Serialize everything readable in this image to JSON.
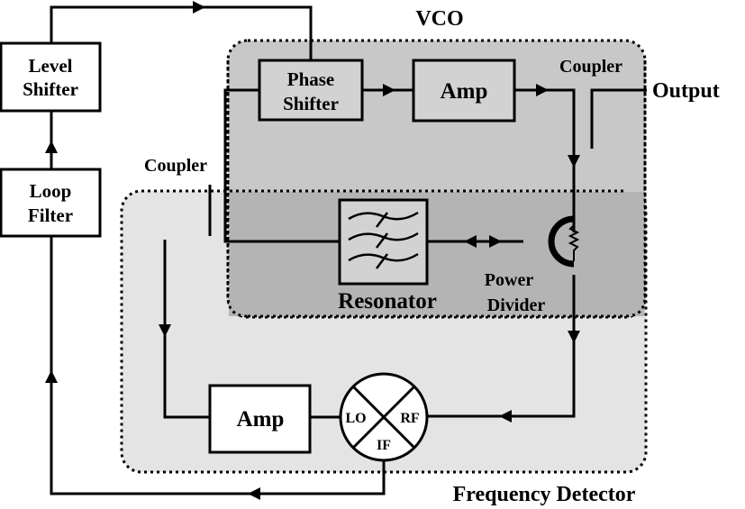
{
  "regions": {
    "vco_label": "VCO",
    "frequency_detector_label": "Frequency Detector"
  },
  "blocks": {
    "level_shifter": [
      "Level",
      "Shifter"
    ],
    "loop_filter": [
      "Loop",
      "Filter"
    ],
    "phase_shifter": [
      "Phase",
      "Shifter"
    ],
    "vco_amp": "Amp",
    "detector_amp": "Amp",
    "resonator": "Resonator"
  },
  "labels": {
    "output": "Output",
    "coupler_top": "Coupler",
    "coupler_left": "Coupler",
    "power_divider": [
      "Power",
      "Divider"
    ]
  },
  "mixer": {
    "lo": "LO",
    "rf": "RF",
    "if": "IF"
  },
  "colors": {
    "vco_fill": "#c8c8c8",
    "detector_fill": "#e4e4e4",
    "overlap_fill": "#b4b4b4",
    "block_fill": "#d2d2d2"
  }
}
